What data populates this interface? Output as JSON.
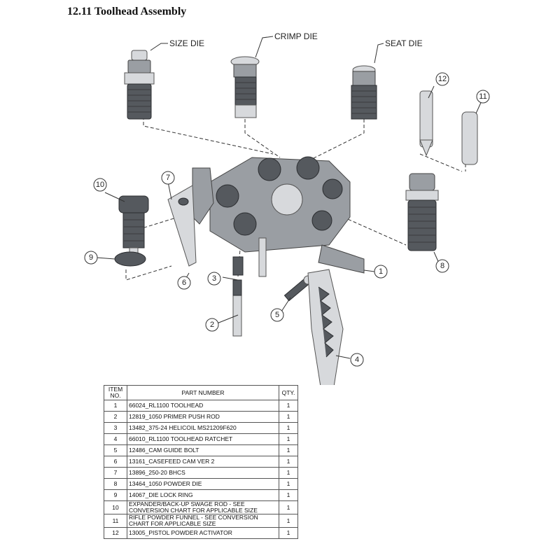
{
  "heading": "12.11 Toolhead Assembly",
  "diagram": {
    "labels": {
      "size_die": "SIZE DIE",
      "crimp_die": "CRIMP DIE",
      "seat_die": "SEAT DIE"
    },
    "balloons": [
      "1",
      "2",
      "3",
      "4",
      "5",
      "6",
      "7",
      "8",
      "9",
      "10",
      "11",
      "12"
    ]
  },
  "bom": {
    "headers": {
      "item": "ITEM NO.",
      "part": "PART NUMBER",
      "qty": "QTY."
    },
    "rows": [
      {
        "item": "1",
        "part": "66024_RL1100 TOOLHEAD",
        "qty": "1"
      },
      {
        "item": "2",
        "part": "12819_1050 PRIMER PUSH ROD",
        "qty": "1"
      },
      {
        "item": "3",
        "part": "13482_375-24 HELICOIL MS21209F620",
        "qty": "1"
      },
      {
        "item": "4",
        "part": "66010_RL1100 TOOLHEAD RATCHET",
        "qty": "1"
      },
      {
        "item": "5",
        "part": "12486_CAM GUIDE BOLT",
        "qty": "1"
      },
      {
        "item": "6",
        "part": "13161_CASEFEED CAM VER 2",
        "qty": "1"
      },
      {
        "item": "7",
        "part": "13896_250-20 BHCS",
        "qty": "1"
      },
      {
        "item": "8",
        "part": "13464_1050 POWDER DIE",
        "qty": "1"
      },
      {
        "item": "9",
        "part": "14067_DIE LOCK RING",
        "qty": "1"
      },
      {
        "item": "10",
        "part": "EXPANDER/BACK-UP SWAGE ROD - SEE CONVERSION CHART FOR APPLICABLE SIZE",
        "qty": "1"
      },
      {
        "item": "11",
        "part": "RIFLE POWDER FUNNEL - SEE CONVERSION CHART FOR APPLICABLE SIZE",
        "qty": "1"
      },
      {
        "item": "12",
        "part": "13005_PISTOL POWDER ACTIVATOR",
        "qty": "1"
      }
    ]
  }
}
